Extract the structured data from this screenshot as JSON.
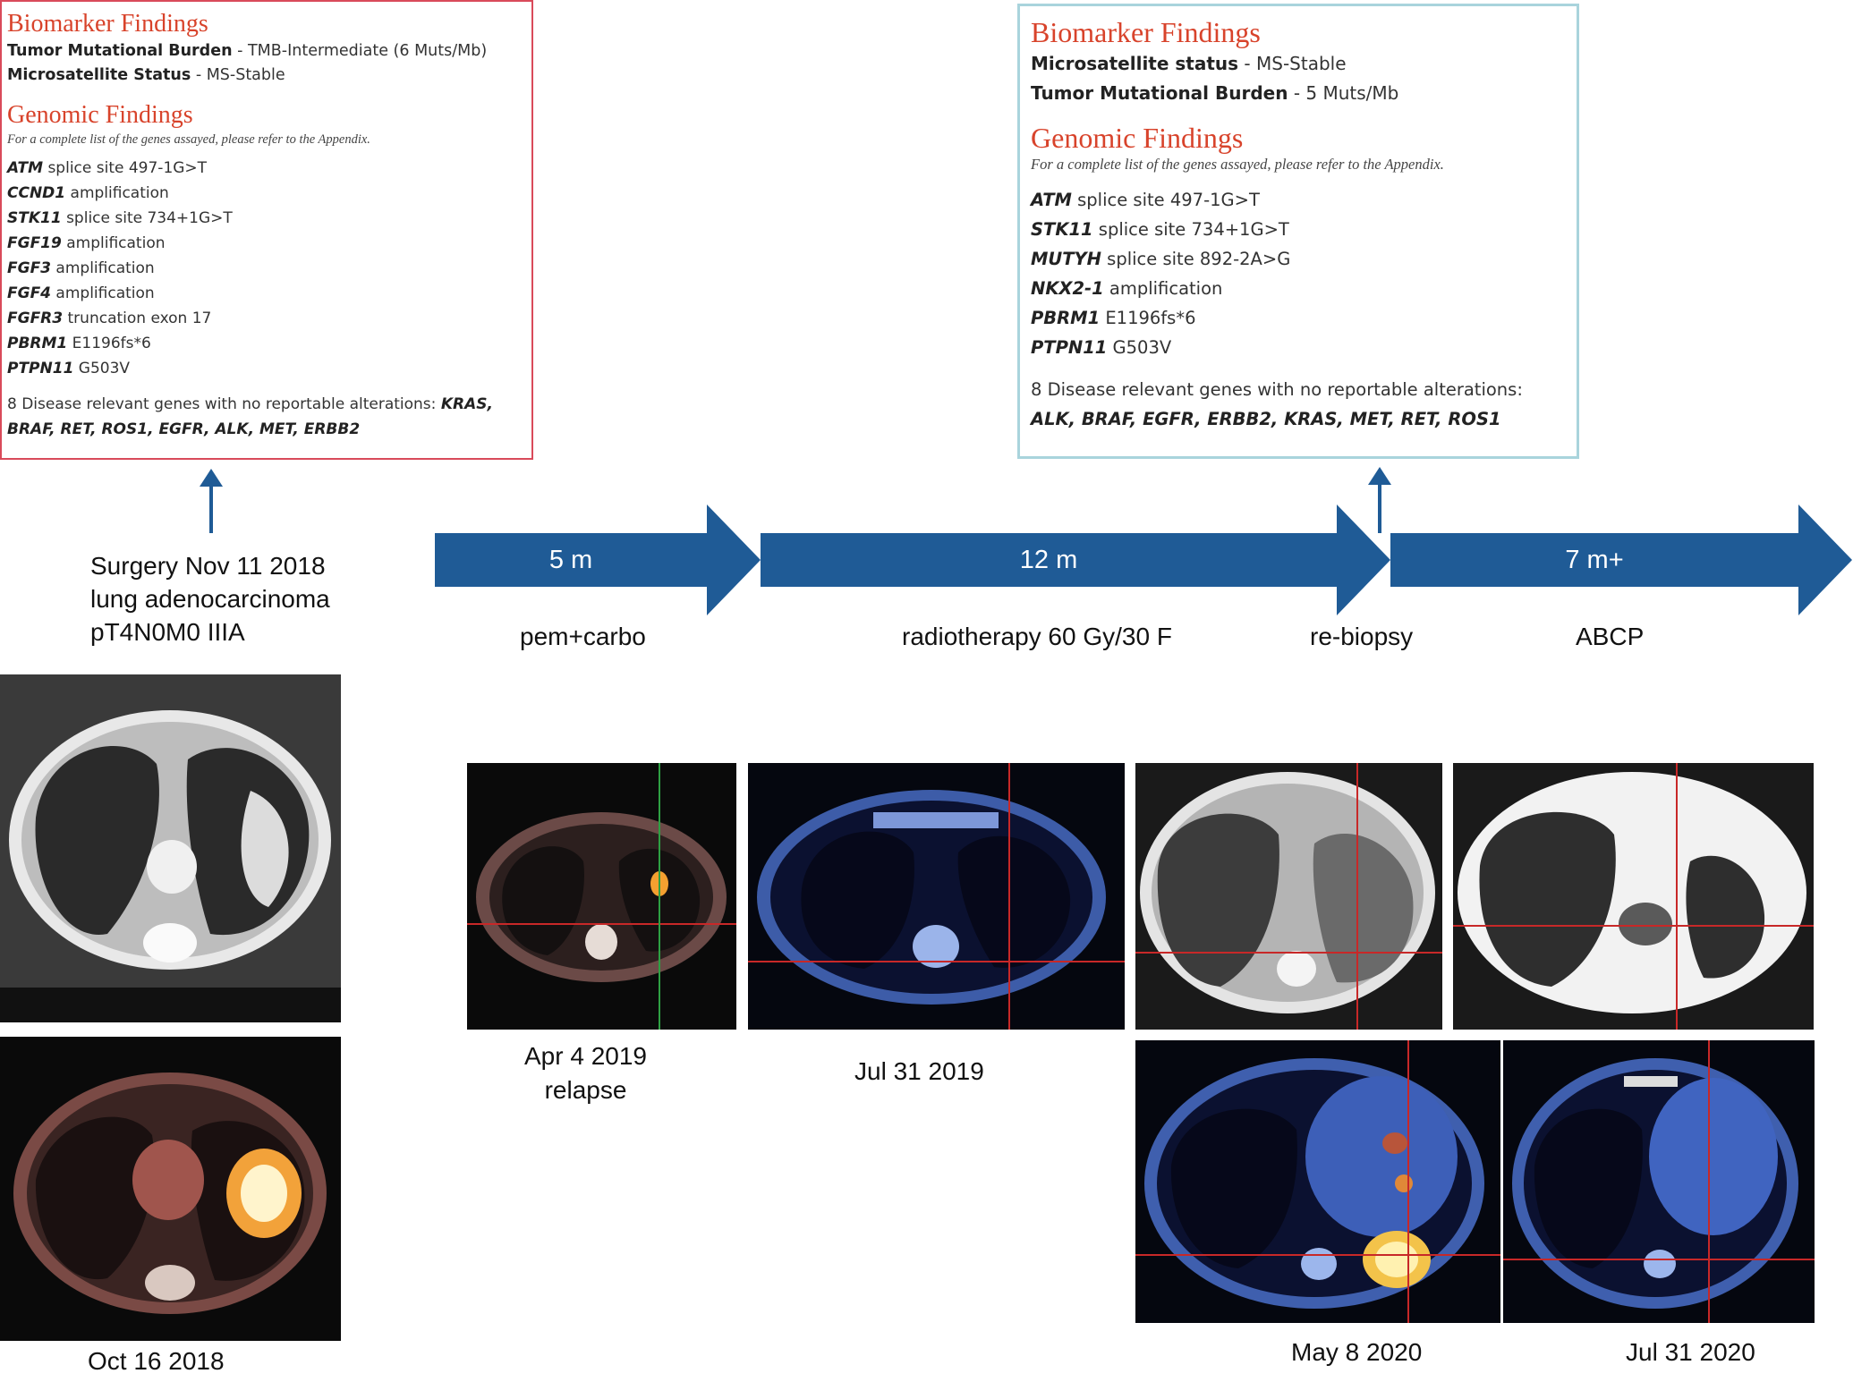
{
  "left_report": {
    "biomarker_title": "Biomarker Findings",
    "biomarkers": [
      {
        "label": "Tumor Mutational Burden",
        "value": " - TMB-Intermediate (6 Muts/Mb)"
      },
      {
        "label": "Microsatellite Status",
        "value": " - MS-Stable"
      }
    ],
    "genomic_title": "Genomic Findings",
    "appendix_note": "For a complete list of the genes assayed, please refer to the Appendix.",
    "genes": [
      {
        "gene": "ATM",
        "alteration": " splice site 497-1G>T"
      },
      {
        "gene": "CCND1",
        "alteration": " amplification"
      },
      {
        "gene": "STK11",
        "alteration": " splice site 734+1G>T"
      },
      {
        "gene": "FGF19",
        "alteration": " amplification"
      },
      {
        "gene": "FGF3",
        "alteration": " amplification"
      },
      {
        "gene": "FGF4",
        "alteration": " amplification"
      },
      {
        "gene": "FGFR3",
        "alteration": " truncation exon 17"
      },
      {
        "gene": "PBRM1",
        "alteration": " E1196fs*6"
      },
      {
        "gene": "PTPN11",
        "alteration": " G503V"
      }
    ],
    "no_reportable_prefix": "8 Disease relevant genes with no reportable alterations: ",
    "no_reportable_genes": "KRAS, BRAF, RET, ROS1, EGFR, ALK, MET, ERBB2"
  },
  "right_report": {
    "biomarker_title": "Biomarker Findings",
    "biomarkers": [
      {
        "label": "Microsatellite status",
        "value": " - MS-Stable"
      },
      {
        "label": "Tumor Mutational Burden",
        "value": " - 5 Muts/Mb"
      }
    ],
    "genomic_title": "Genomic Findings",
    "appendix_note": "For a complete list of the genes assayed, please refer to the Appendix.",
    "genes": [
      {
        "gene": "ATM",
        "alteration": " splice site 497-1G>T"
      },
      {
        "gene": "STK11",
        "alteration": " splice site 734+1G>T"
      },
      {
        "gene": "MUTYH",
        "alteration": " splice site 892-2A>G"
      },
      {
        "gene": "NKX2-1",
        "alteration": " amplification"
      },
      {
        "gene": "PBRM1",
        "alteration": " E1196fs*6"
      },
      {
        "gene": "PTPN11",
        "alteration": " G503V"
      }
    ],
    "no_reportable_prefix": "8 Disease relevant genes with no reportable alterations: ",
    "no_reportable_genes": "ALK, BRAF, EGFR, ERBB2, KRAS, MET, RET, ROS1"
  },
  "timeline": {
    "surgery_lines": [
      "Surgery  Nov 11 2018",
      "lung adenocarcinoma",
      "pT4N0M0 IIIA"
    ],
    "arrows": [
      {
        "duration": "5 m",
        "treatment": "pem+carbo"
      },
      {
        "duration": "12 m",
        "treatment": "radiotherapy 60 Gy/30 F"
      },
      {
        "duration": "7 m+",
        "treatment": "ABCP"
      }
    ],
    "rebiopsy_label": "re-biopsy",
    "arrow_color": "#1f5b96"
  },
  "scan_dates": {
    "oct_2018": "Oct 16 2018",
    "apr_2019": [
      "Apr 4 2019",
      "relapse"
    ],
    "jul_2019": "Jul 31 2019",
    "may_2020": "May 8 2020",
    "jul_2020": "Jul 31 2020"
  },
  "colors": {
    "report_title_red": "#d8432b",
    "left_border": "#d94a5a",
    "right_border": "#a9d4dc"
  }
}
